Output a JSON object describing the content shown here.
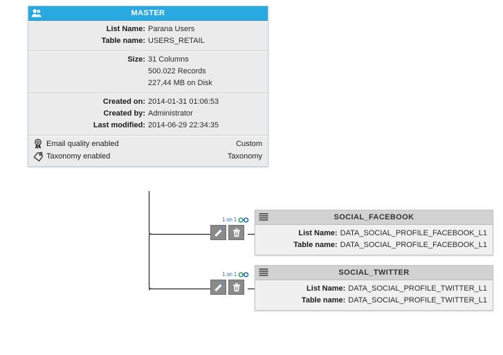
{
  "master_card": {
    "header": {
      "title": "MASTER",
      "icon": "users-icon"
    },
    "details": [
      {
        "label": "List Name:",
        "value": "Parana Users"
      },
      {
        "label": "Table name:",
        "value": "USERS_RETAIL"
      }
    ],
    "size": [
      {
        "label": "Size:",
        "value": "31 Columns"
      },
      {
        "label": "",
        "value": "500.022 Records"
      },
      {
        "label": "",
        "value": "227,44 MB on Disk"
      }
    ],
    "audit": [
      {
        "label": "Created on:",
        "value": "2014-01-31 01:06:53"
      },
      {
        "label": "Created by:",
        "value": "Administrator"
      },
      {
        "label": "Last modified:",
        "value": "2014-06-29 22:34:35"
      }
    ],
    "flags": [
      {
        "icon": "award-ribbon-icon",
        "text": "Email quality enabled",
        "right": "Custom"
      },
      {
        "icon": "tag-icon",
        "text": "Taxonomy enabled",
        "right": "Taxonomy"
      }
    ]
  },
  "child_cards": [
    {
      "id": "facebook",
      "header": {
        "title": "SOCIAL_FACEBOOK",
        "icon": "list-lines-icon"
      },
      "details": [
        {
          "label": "List Name:",
          "value": "DATA_SOCIAL_PROFILE_FACEBOOK_L1"
        },
        {
          "label": "Table name:",
          "value": "DATA_SOCIAL_PROFILE_FACEBOOK_L1"
        }
      ]
    },
    {
      "id": "twitter",
      "header": {
        "title": "SOCIAL_TWITTER",
        "icon": "list-lines-icon"
      },
      "details": [
        {
          "label": "List Name:",
          "value": "DATA_SOCIAL_PROFILE_TWITTER_L1"
        },
        {
          "label": "Table name:",
          "value": "DATA_SOCIAL_PROFILE_TWITTER_L1"
        }
      ]
    }
  ],
  "relations": [
    {
      "id": "facebook",
      "cardinality_label": "1 on 1",
      "link_icon": "relation-link-icon",
      "edit_button": {
        "icon": "pencil-edit-icon",
        "title": "Edit relation"
      },
      "delete_button": {
        "icon": "trash-delete-icon",
        "title": "Delete relation"
      }
    },
    {
      "id": "twitter",
      "cardinality_label": "1 on 1",
      "link_icon": "relation-link-icon",
      "edit_button": {
        "icon": "pencil-edit-icon",
        "title": "Edit relation"
      },
      "delete_button": {
        "icon": "trash-delete-icon",
        "title": "Delete relation"
      }
    }
  ],
  "colors": {
    "master_header": "#29a9df",
    "child_header": "#d2d2d2",
    "card_body": "#ececec",
    "connector": "#000000",
    "cardinality_text": "#2f6fb5",
    "link_green": "#22a05a",
    "link_blue": "#1769c4"
  }
}
